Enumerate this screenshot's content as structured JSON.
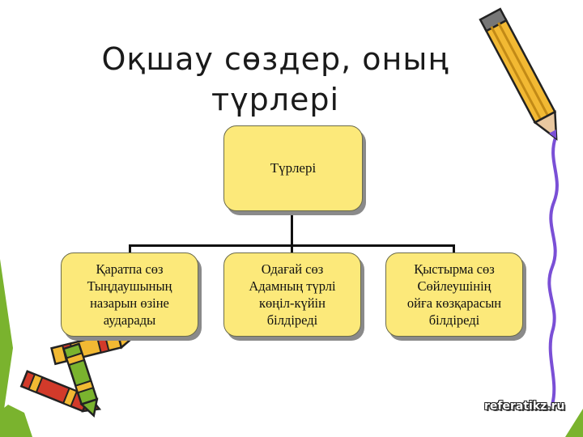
{
  "title": {
    "line1": "Оқшау сөздер, оның",
    "line2": "түрлері"
  },
  "diagram": {
    "root": "Түрлері",
    "children": [
      {
        "line1": "Қаратпа сөз",
        "line2": "Тыңдаушының",
        "line3": "назарын өзіне",
        "line4": "аударады"
      },
      {
        "line1": "Одағай сөз",
        "line2": "Адамның түрлі",
        "line3": "көңіл-күйін",
        "line4": "білдіреді"
      },
      {
        "line1": "Қыстырма сөз",
        "line2": "Сөйлеушінің",
        "line3": "ойға көзқарасын",
        "line4": "білдіреді"
      }
    ]
  },
  "watermark": "referatikz.ru",
  "colors": {
    "box_fill": "#fce97a",
    "green_accent": "#7ab32e",
    "purple_line": "#7a4fd6",
    "pencil_yellow": "#f2b933",
    "pencil_red": "#d23a2a"
  },
  "icons": [
    "pencil-icon",
    "crayon-icon"
  ]
}
